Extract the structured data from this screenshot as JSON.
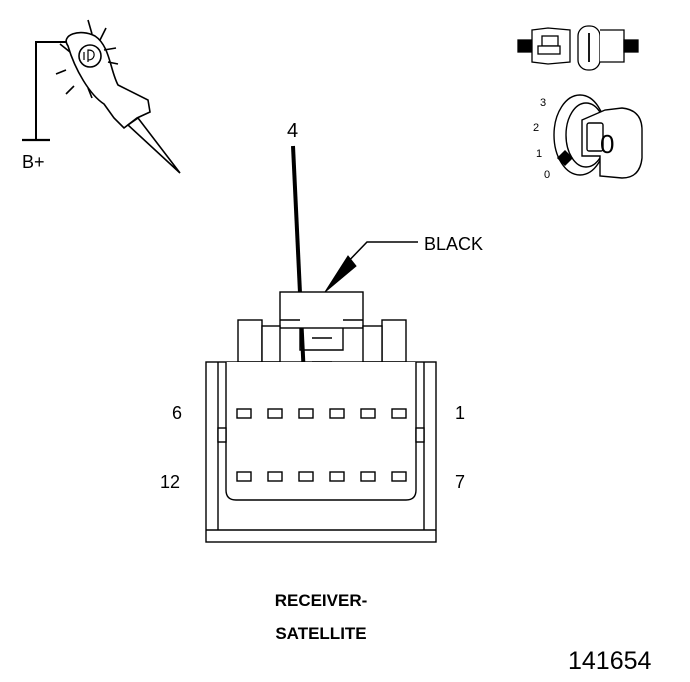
{
  "probe": {
    "label": "B+"
  },
  "ignition": {
    "positions": [
      "3",
      "2",
      "1",
      "0"
    ],
    "key_label": "0"
  },
  "connector": {
    "pointer_number": "4",
    "color_label": "BLACK",
    "pin_top_left": "6",
    "pin_top_right": "1",
    "pin_bottom_left": "12",
    "pin_bottom_right": "7",
    "top_row_pin_count": 6,
    "bottom_row_pin_count": 6
  },
  "caption": {
    "line1": "RECEIVER-",
    "line2": "SATELLITE"
  },
  "figure_id": "141654"
}
